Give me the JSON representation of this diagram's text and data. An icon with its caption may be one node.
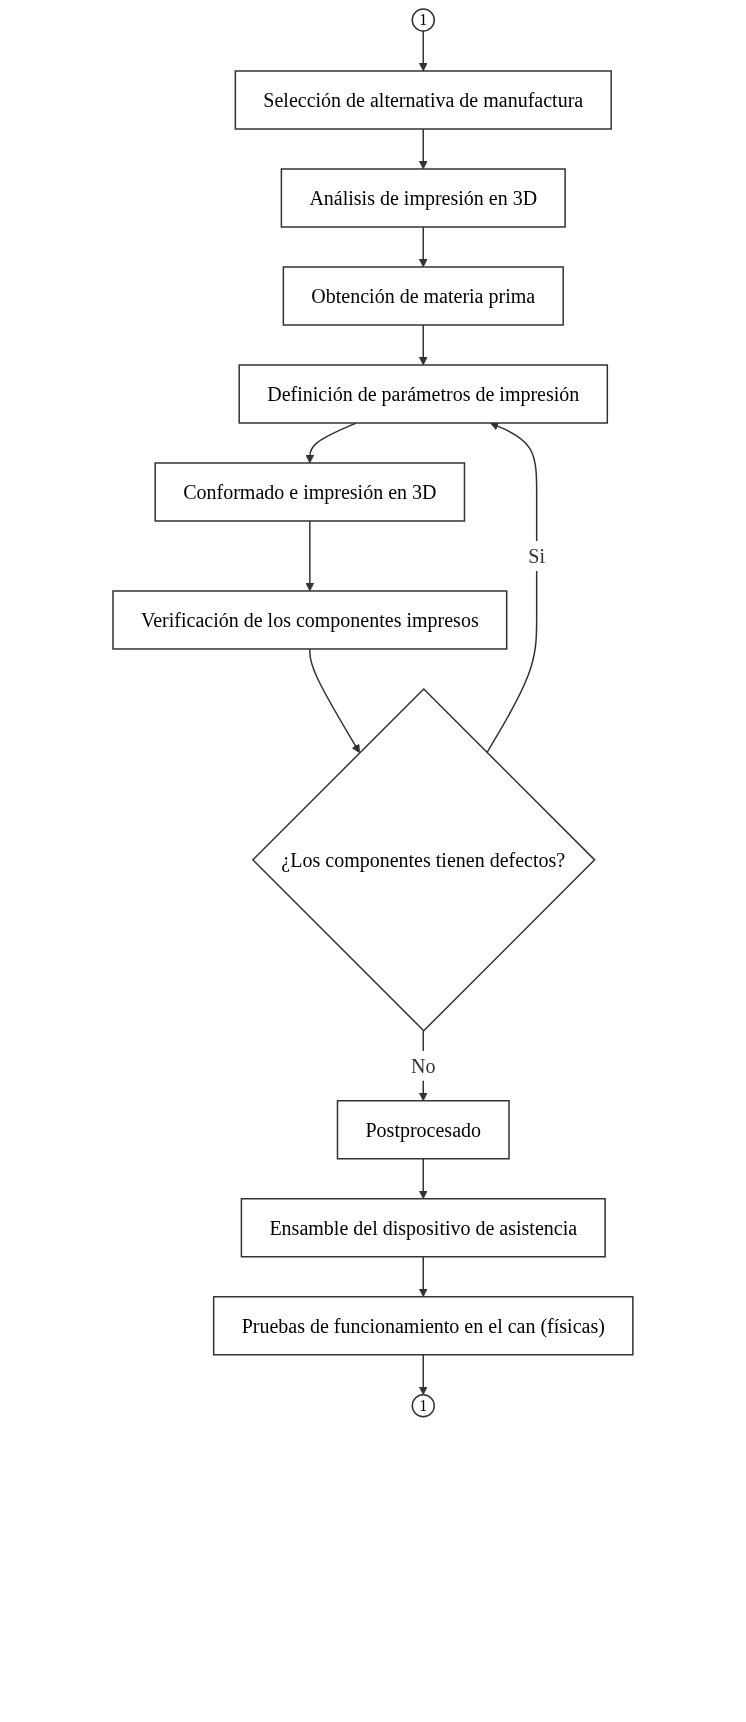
{
  "diagram": {
    "nodes": [
      {
        "text": [
          "1"
        ]
      },
      {
        "text": [
          "Selección de alternativa de manufactura"
        ]
      },
      {
        "text": [
          "Análisis de impresión en 3D"
        ]
      },
      {
        "text": [
          "Obtención de materia prima"
        ]
      },
      {
        "text": [
          "Definición de parámetros de impresión"
        ]
      },
      {
        "text": [
          "Conformado e impresión en 3D"
        ]
      },
      {
        "text": [
          "Verificación de los componentes impresos"
        ]
      },
      {
        "text": [
          "¿Los componentes tienen defectos?"
        ]
      },
      {
        "text": [
          "Postprocesado"
        ]
      },
      {
        "text": [
          "Ensamble del dispositivo de asistencia"
        ]
      },
      {
        "text": [
          "Pruebas de funcionamiento en el can (físicas)"
        ]
      },
      {
        "text": [
          "1"
        ]
      }
    ],
    "edges": [
      {
        "from": 0,
        "to": 1,
        "arrow": "to"
      },
      {
        "from": 1,
        "to": 2,
        "arrow": "to"
      },
      {
        "from": 2,
        "to": 3,
        "arrow": "to"
      },
      {
        "from": 3,
        "to": 4,
        "arrow": "to"
      },
      {
        "from": 4,
        "to": 5,
        "arrow": "to"
      },
      {
        "from": 5,
        "to": 6,
        "arrow": "to"
      },
      {
        "from": 6,
        "to": 7,
        "arrow": "to"
      },
      {
        "from": 7,
        "to": 4,
        "arrow": "to",
        "label": "Si"
      },
      {
        "from": 7,
        "to": 8,
        "arrow": "to",
        "label": "No"
      },
      {
        "from": 8,
        "to": 9,
        "arrow": "to"
      },
      {
        "from": 9,
        "to": 10,
        "arrow": "to"
      },
      {
        "from": 10,
        "to": 11,
        "arrow": "to"
      }
    ]
  }
}
